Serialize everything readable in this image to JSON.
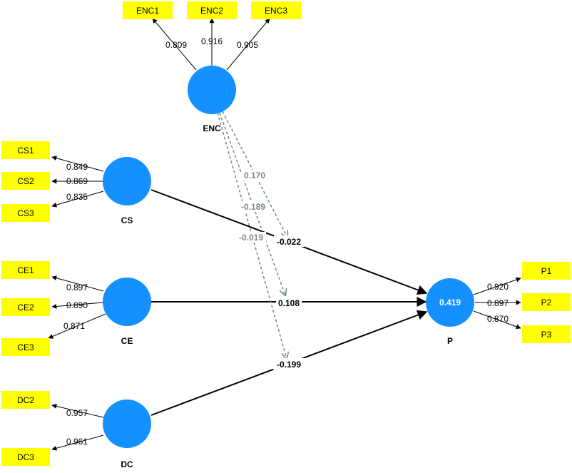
{
  "diagram": {
    "latents": [
      {
        "id": "ENC",
        "label": "ENC",
        "r2": ""
      },
      {
        "id": "CS",
        "label": "CS",
        "r2": ""
      },
      {
        "id": "CE",
        "label": "CE",
        "r2": ""
      },
      {
        "id": "DC",
        "label": "DC",
        "r2": ""
      },
      {
        "id": "P",
        "label": "P",
        "r2": "0.419"
      }
    ],
    "indicators": [
      {
        "label": "ENC1",
        "latent": "ENC",
        "loading": "0.809"
      },
      {
        "label": "ENC2",
        "latent": "ENC",
        "loading": "0.916"
      },
      {
        "label": "ENC3",
        "latent": "ENC",
        "loading": "0.905"
      },
      {
        "label": "CS1",
        "latent": "CS",
        "loading": "0.849"
      },
      {
        "label": "CS2",
        "latent": "CS",
        "loading": "0.869"
      },
      {
        "label": "CS3",
        "latent": "CS",
        "loading": "0.835"
      },
      {
        "label": "CE1",
        "latent": "CE",
        "loading": "0.897"
      },
      {
        "label": "CE2",
        "latent": "CE",
        "loading": "0.890"
      },
      {
        "label": "CE3",
        "latent": "CE",
        "loading": "0.871"
      },
      {
        "label": "DC2",
        "latent": "DC",
        "loading": "0.957"
      },
      {
        "label": "DC3",
        "latent": "DC",
        "loading": "0.961"
      },
      {
        "label": "P1",
        "latent": "P",
        "loading": "0.920"
      },
      {
        "label": "P2",
        "latent": "P",
        "loading": "0.897"
      },
      {
        "label": "P3",
        "latent": "P",
        "loading": "0.870"
      }
    ],
    "paths": [
      {
        "from": "CS",
        "to": "P",
        "coef": "-0.022"
      },
      {
        "from": "CE",
        "to": "P",
        "coef": "0.108"
      },
      {
        "from": "DC",
        "to": "P",
        "coef": "-0.199"
      }
    ],
    "moderations": [
      {
        "from": "ENC",
        "target": "CS-P",
        "coef": "0.170"
      },
      {
        "from": "ENC",
        "target": "CE-P",
        "coef": "-0.189"
      },
      {
        "from": "ENC",
        "target": "DC-P",
        "coef": "-0.019"
      }
    ],
    "colors": {
      "latent": "#1590ff",
      "indicator": "#ffff00",
      "path": "#000000",
      "moderation": "#7a8a7a"
    }
  }
}
